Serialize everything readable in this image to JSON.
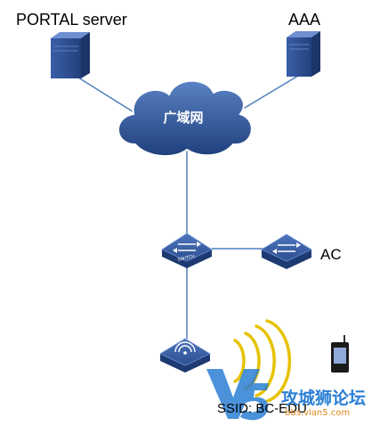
{
  "nodes": {
    "portal_server": {
      "label": "PORTAL server"
    },
    "aaa": {
      "label": "AAA"
    },
    "wan": {
      "label": "广域网"
    },
    "switch": {
      "label": "SWITCH"
    },
    "ac": {
      "label": "AC"
    },
    "ssid": {
      "label": "SSID: BC-EDU"
    }
  },
  "watermark": {
    "brand": "攻城狮论坛",
    "url": "bbs.vlan5.com"
  },
  "colors": {
    "line": "#4f81bd",
    "cloud": "#2b4f8a",
    "device": "#2e4e8c",
    "signal": "#e6c200"
  }
}
